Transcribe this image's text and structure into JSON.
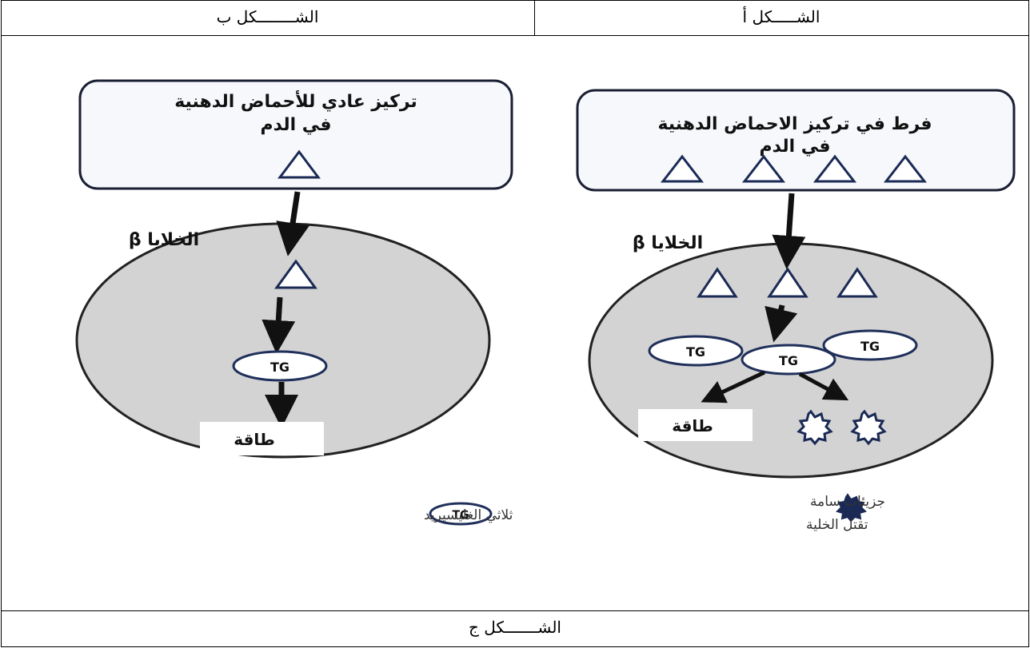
{
  "headers": {
    "figure_b": "الشــــــــكل ب",
    "figure_a": "الشـــــكل أ",
    "figure_c": "الشـــــــكل ج"
  },
  "figure_a": {
    "box_title_line1": "فرط في تركيز الاحماض الدهنية",
    "box_title_line2": "في الدم",
    "cell_label": "الخلايا β",
    "tg_label": "TG",
    "energy_label": "طاقة",
    "legend_label_line1": "جزيئات سامة",
    "legend_label_line2": "تقتل الخلية"
  },
  "figure_b": {
    "box_title_line1": "تركيز عادي للأحماض الدهنية",
    "box_title_line2": "في الدم",
    "cell_label": "الخلايا β",
    "tg_label": "TG",
    "energy_label": "طاقة",
    "legend_tg": "TG",
    "legend_label": "ثلاثي الغليسيريد"
  },
  "colors": {
    "cell_fill": "#d3d3d3",
    "tg_stroke": "#1f2f5a",
    "outline": "#000000"
  }
}
